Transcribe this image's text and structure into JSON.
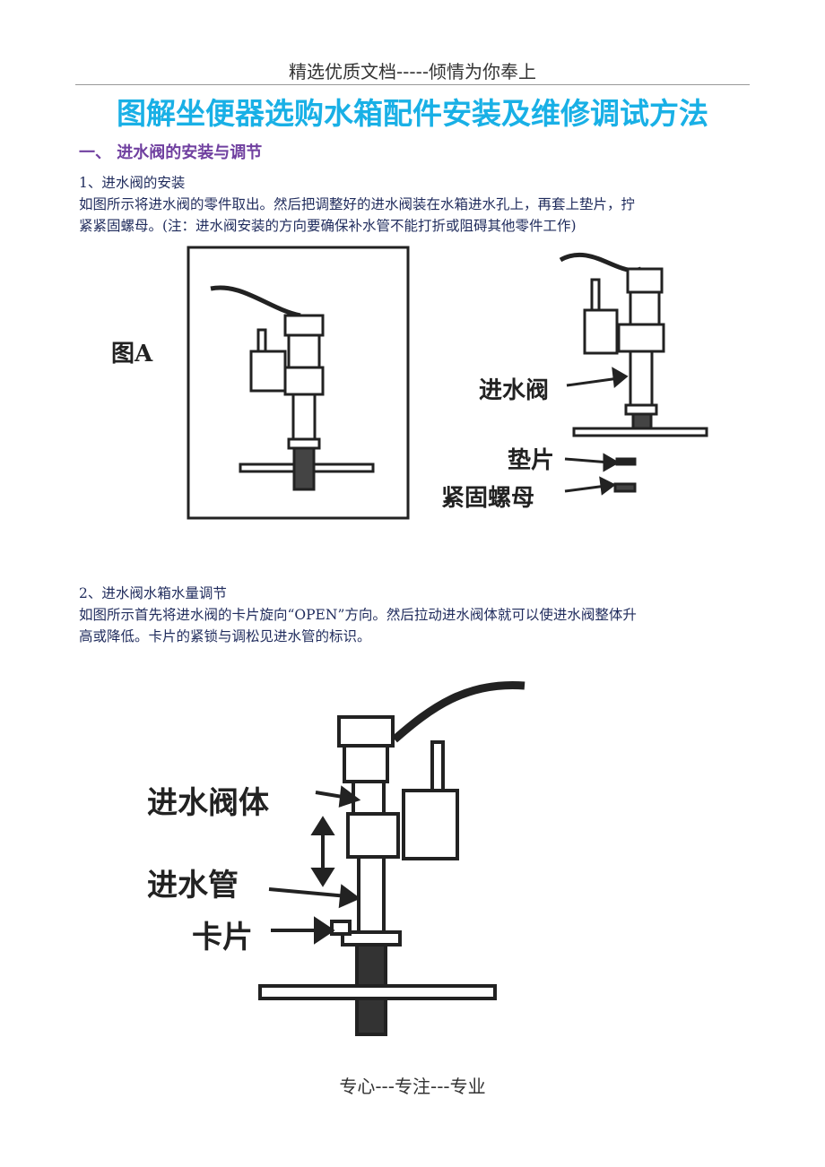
{
  "header": "精选优质文档-----倾情为你奉上",
  "title": "图解坐便器选购水箱配件安装及维修调试方法",
  "section1": {
    "heading": "一、 进水阀的安装与调节",
    "sub1": {
      "heading": "1、进水阀的安装",
      "line1": "如图所示将进水阀的零件取出。然后把调整好的进水阀装在水箱进水孔上，再套上垫片，拧",
      "line2": "紧紧固螺母。(注：进水阀安装的方向要确保补水管不能打折或阻碍其他零件工作)"
    },
    "figure1": {
      "label_a": "图A",
      "label_valve": "进水阀",
      "label_gasket": "垫片",
      "label_nut": "紧固螺母"
    },
    "sub2": {
      "heading": "2、进水阀水箱水量调节",
      "line1": "如图所示首先将进水阀的卡片旋向“OPEN”方向。然后拉动进水阀体就可以使进水阀整体升",
      "line2": "高或降低。卡片的紧锁与调松见进水管的标识。"
    },
    "figure2": {
      "label_body": "进水阀体",
      "label_pipe": "进水管",
      "label_clip": "卡片"
    }
  },
  "footer": "专心---专注---专业"
}
